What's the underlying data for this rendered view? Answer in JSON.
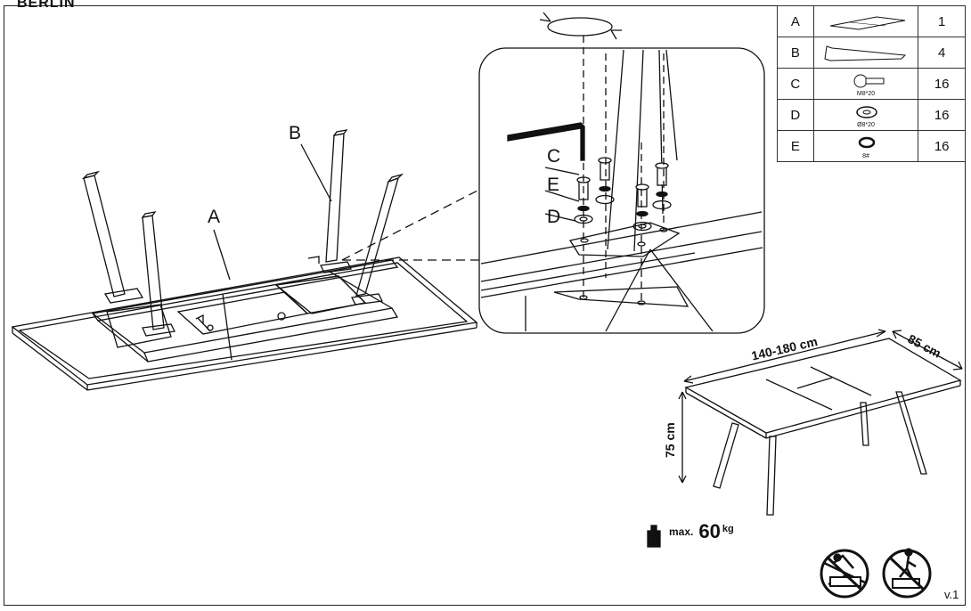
{
  "header": {
    "title_fragment": "BERLIN"
  },
  "parts_table": [
    {
      "letter": "A",
      "icon": "table-top-icon",
      "label": "",
      "qty": "1"
    },
    {
      "letter": "B",
      "icon": "table-leg-icon",
      "label": "",
      "qty": "4"
    },
    {
      "letter": "C",
      "icon": "bolt-icon",
      "label": "M8*20",
      "qty": "16"
    },
    {
      "letter": "D",
      "icon": "washer-icon",
      "label": "Ø8*20",
      "qty": "16"
    },
    {
      "letter": "E",
      "icon": "spring-washer-icon",
      "label": "8#",
      "qty": "16"
    }
  ],
  "callouts": {
    "A": "A",
    "B": "B",
    "C": "C",
    "D": "D",
    "E": "E"
  },
  "dimensions": {
    "length": "140-180 cm",
    "width": "85 cm",
    "height": "75 cm"
  },
  "max_load": {
    "prefix": "max.",
    "value": "60",
    "unit": "kg"
  },
  "version": "v.1"
}
